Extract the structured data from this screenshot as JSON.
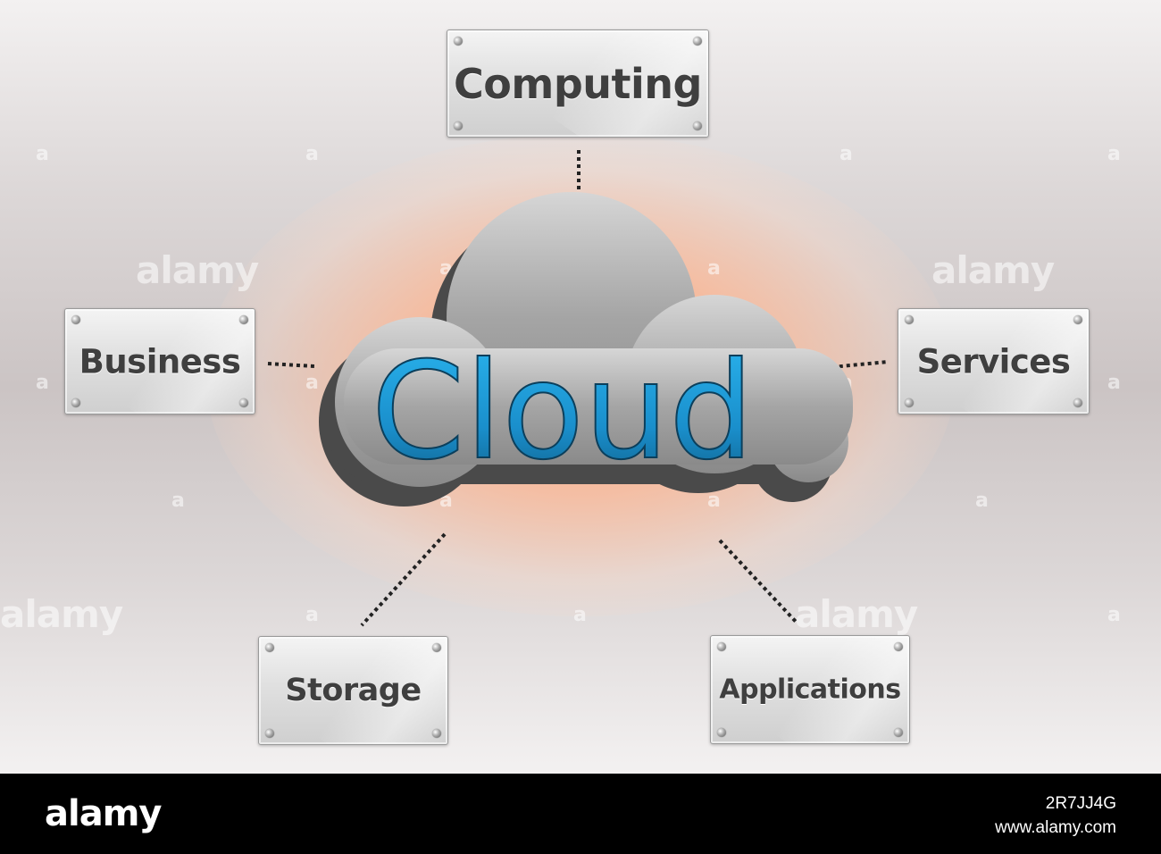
{
  "center": {
    "label": "Cloud"
  },
  "nodes": [
    {
      "id": "computing",
      "label": "Computing"
    },
    {
      "id": "business",
      "label": "Business"
    },
    {
      "id": "services",
      "label": "Services"
    },
    {
      "id": "storage",
      "label": "Storage"
    },
    {
      "id": "applications",
      "label": "Applications"
    }
  ],
  "watermark": {
    "word": "alamy",
    "mark": "a"
  },
  "footer": {
    "logo": "alamy",
    "image_id": "2R7JJ4G",
    "url": "www.alamy.com"
  },
  "colors": {
    "cloud_text": "#1f9ad6",
    "cloud_body": "#9d9d9d",
    "cloud_shadow": "#4a4a4a",
    "glow": "#ffa06e",
    "plate_text": "#3f3f3f",
    "footer_bg": "#000000"
  }
}
